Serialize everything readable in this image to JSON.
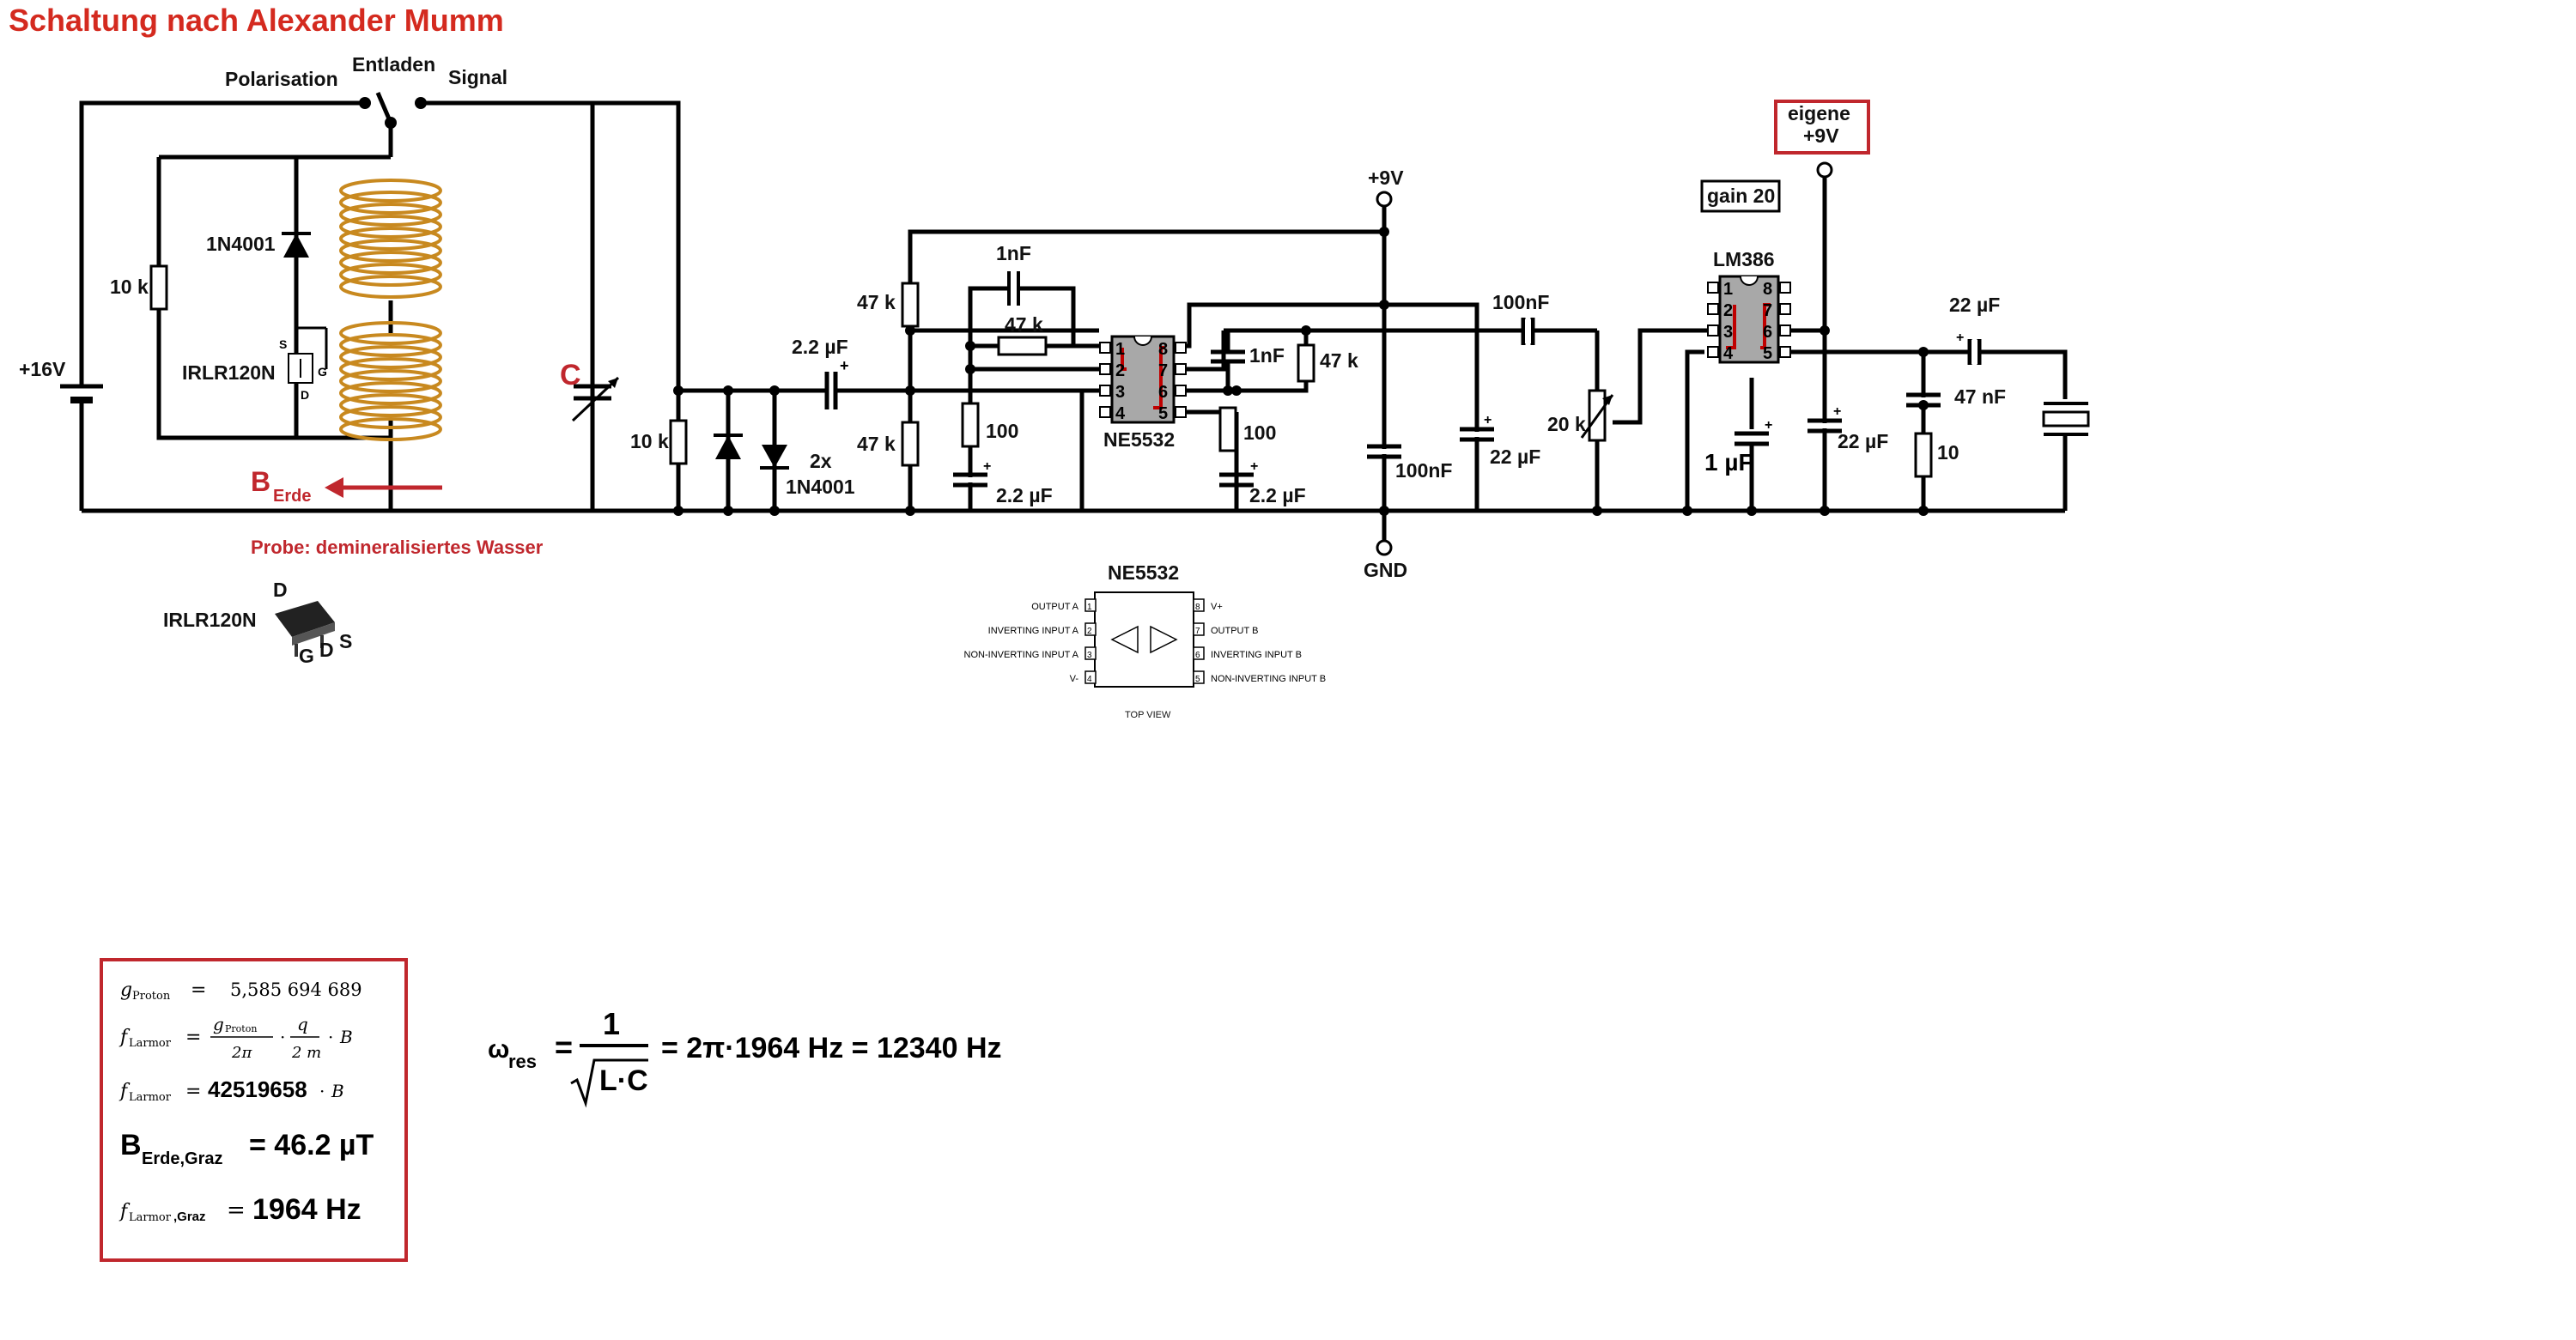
{
  "title": "Schaltung nach Alexander Mumm",
  "switch": {
    "polarisation": "Polarisation",
    "entladen": "Entladen",
    "signal": "Signal"
  },
  "supply": {
    "v16": "+16V",
    "v9": "+9V",
    "gnd": "GND",
    "eigene_line1": "eigene",
    "eigene_line2": "+9V"
  },
  "parts": {
    "r10k_a": "10 k",
    "d1n4001": "1N4001",
    "irlr": "IRLR120N",
    "fet_s": "S",
    "fet_g": "G",
    "fet_d": "D",
    "cap_c": "C",
    "r10k_b": "10 k",
    "dual_diode_1": "2x",
    "dual_diode_2": "1N4001",
    "c22u_in": "2.2 µF",
    "r47k_top": "47 k",
    "r47k_bot": "47 k",
    "c1nf_fb": "1nF",
    "r47k_fb": "47 k",
    "r100_a": "100",
    "c22u_a": "2.2 µF",
    "ne5532": "NE5532",
    "c1nf_b": "1nF",
    "r47k_b": "47 k",
    "r100_b": "100",
    "c22u_b": "2.2 µF",
    "c100nf_gnd": "100nF",
    "c22u_sup": "22 µF",
    "c100nf_out": "100nF",
    "pot20k": "20 k",
    "gain": "gain 20",
    "lm386": "LM386",
    "c1u": "1 µF",
    "c22u_lm": "22 µF",
    "c47n": "47 nF",
    "r10": "10",
    "c22u_out": "22 µF"
  },
  "pins_left": [
    "1",
    "2",
    "3",
    "4"
  ],
  "pins_right": [
    "8",
    "7",
    "6",
    "5"
  ],
  "b_erde": {
    "b": "B",
    "sub": "Erde"
  },
  "probe": "Probe: demineralisiertes Wasser",
  "package": {
    "name": "IRLR120N",
    "d_top": "D",
    "g": "G",
    "d": "D",
    "s": "S"
  },
  "pinout": {
    "title": "NE5532",
    "left_labels": [
      "OUTPUT A",
      "INVERTING INPUT A",
      "NON-INVERTING INPUT A",
      "V-"
    ],
    "right_labels": [
      "V+",
      "OUTPUT B",
      "INVERTING INPUT B",
      "NON-INVERTING INPUT B"
    ],
    "left_pins": [
      "1",
      "2",
      "3",
      "4"
    ],
    "right_pins": [
      "8",
      "7",
      "6",
      "5"
    ],
    "view": "TOP VIEW"
  },
  "formula_box": {
    "g_sym": "g",
    "g_sub": "Proton",
    "eq": "=",
    "g_val": "5,585 694 689",
    "f_sym": "f",
    "f_sub": "Larmor",
    "frac1_num_sym": "g",
    "frac1_num_sub": "Proton",
    "frac1_den": "2π",
    "dot": "·",
    "frac2_num": "q",
    "frac2_den": "2 m",
    "b": "B",
    "f2_val": "42519658",
    "berde_main": "B",
    "berde_sub": "Erde,Graz",
    "berde_val": "= 46.2 µT",
    "f3_sub_a": "Larmor",
    "f3_sub_b": ",Graz",
    "f3_val": "1964 Hz"
  },
  "omega": {
    "omega": "ω",
    "sub": "res",
    "eq": "=",
    "num": "1",
    "den": "L·C",
    "rhs": "= 2π·1964 Hz = 12340 Hz"
  },
  "colors": {
    "title_red": "#d42a1f",
    "box_red": "#c0272d",
    "coil": "#c8891f",
    "chip": "#a8a8a8"
  }
}
